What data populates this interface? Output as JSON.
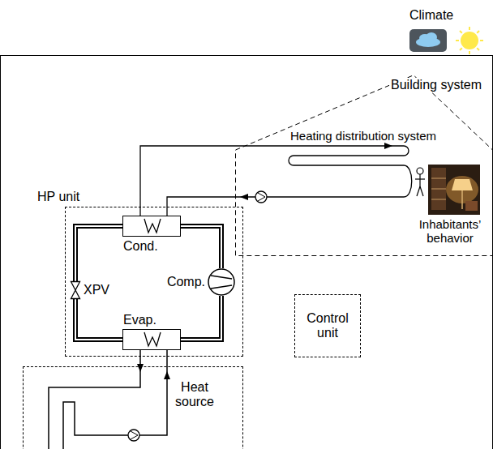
{
  "diagram": {
    "nodes": [
      {
        "text": [
          "Building system"
        ]
      },
      {
        "text": [
          "HP unit"
        ]
      },
      {
        "text": [
          "Cond."
        ],
        "in": 1
      },
      {
        "text": [
          "XPV"
        ],
        "in": 1
      },
      {
        "text": [
          "Comp."
        ],
        "in": 1
      },
      {
        "text": [
          "Evap."
        ],
        "in": 1
      },
      {
        "text": [
          "Control unit"
        ]
      },
      {
        "text": [
          "Heat source"
        ]
      }
    ],
    "edges": [
      {
        "from": 4,
        "to": 2,
        "arrow": "none"
      },
      {
        "from": 2,
        "to": 3,
        "arrow": "none"
      },
      {
        "from": 3,
        "to": 5,
        "arrow": "none"
      },
      {
        "from": 5,
        "to": 4,
        "arrow": "none"
      }
    ],
    "labels": [
      "Climate",
      "Heating distribution system",
      "Inhabitants’ behavior"
    ]
  }
}
